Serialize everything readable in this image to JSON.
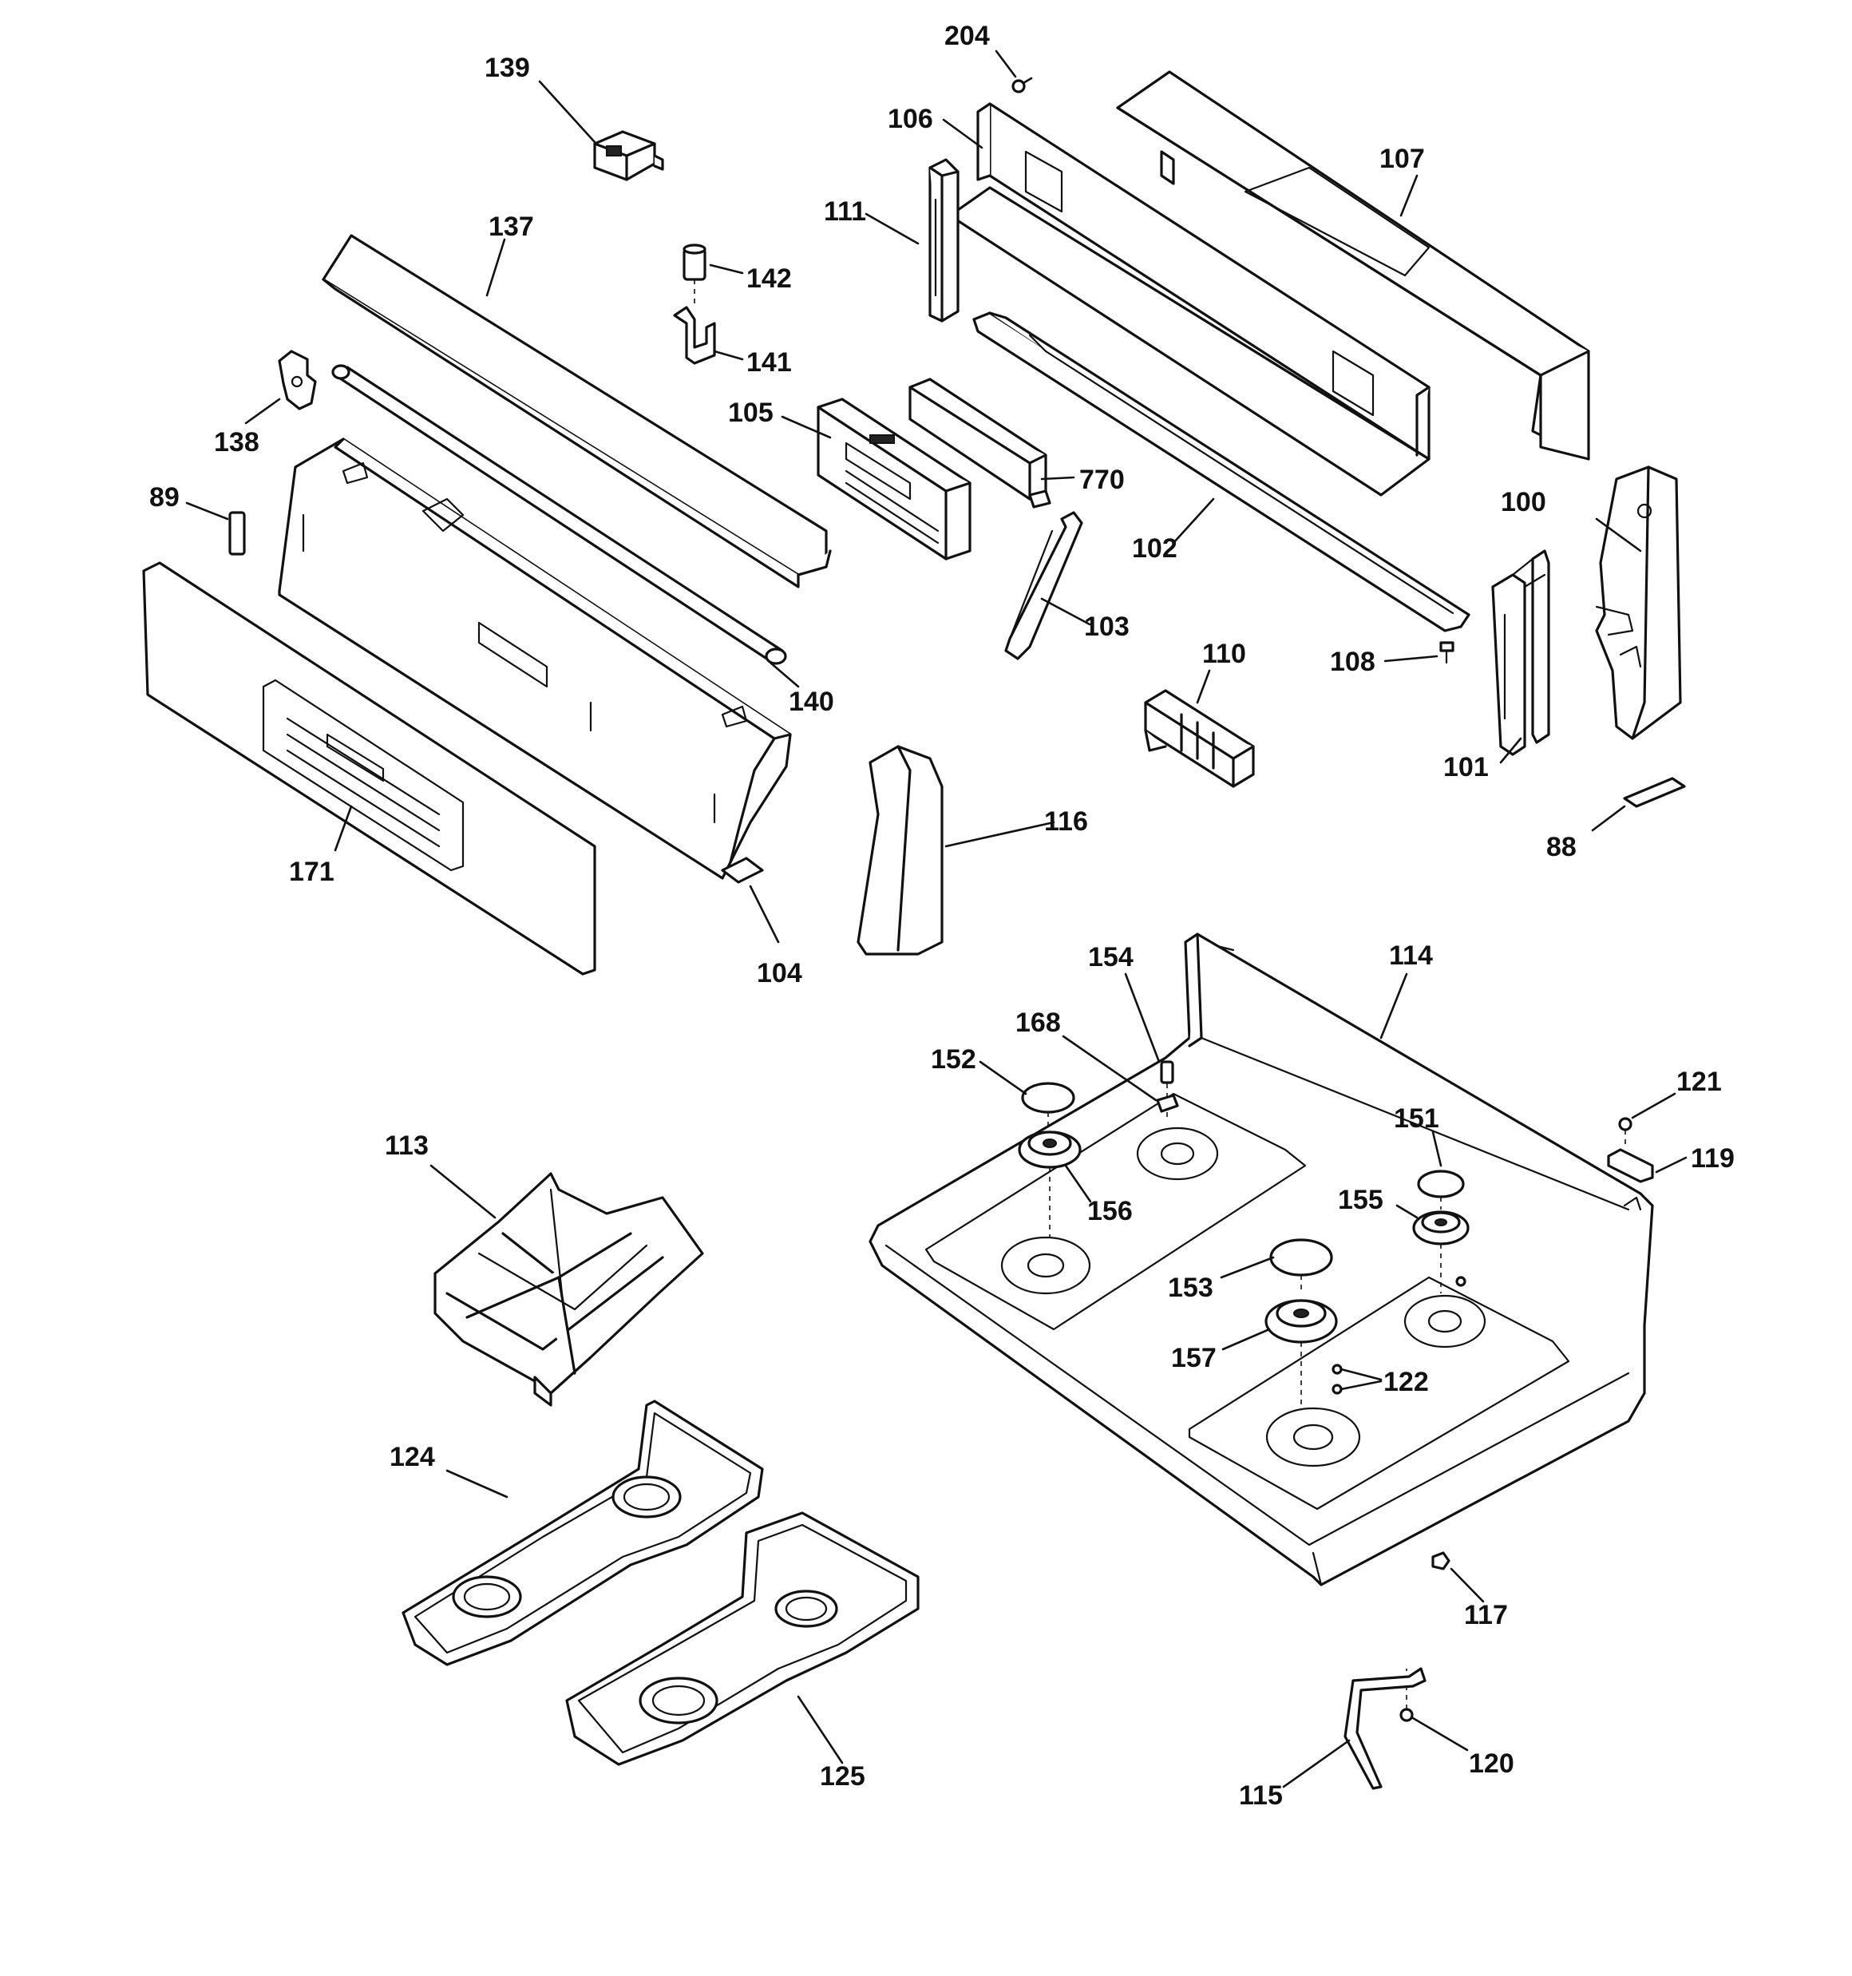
{
  "diagram": {
    "parts": [
      {
        "id": "p204",
        "label": "204",
        "name": "screw"
      },
      {
        "id": "p139",
        "label": "139",
        "name": "switch"
      },
      {
        "id": "p106",
        "label": "106",
        "name": "backsplash-rear-panel"
      },
      {
        "id": "p107",
        "label": "107",
        "name": "backsplash-top-cover"
      },
      {
        "id": "p111",
        "label": "111",
        "name": "end-bracket-left"
      },
      {
        "id": "p137",
        "label": "137",
        "name": "light-shield"
      },
      {
        "id": "p142",
        "label": "142",
        "name": "lamp-socket"
      },
      {
        "id": "p141",
        "label": "141",
        "name": "lamp-bracket"
      },
      {
        "id": "p138",
        "label": "138",
        "name": "lamp-holder"
      },
      {
        "id": "p105",
        "label": "105",
        "name": "control-board"
      },
      {
        "id": "p770",
        "label": "770",
        "name": "board-bracket"
      },
      {
        "id": "p89",
        "label": "89",
        "name": "end-cap-left"
      },
      {
        "id": "p102",
        "label": "102",
        "name": "backsplash-rail"
      },
      {
        "id": "p100",
        "label": "100",
        "name": "end-panel-right"
      },
      {
        "id": "p103",
        "label": "103",
        "name": "support-arm"
      },
      {
        "id": "p140",
        "label": "140",
        "name": "fluorescent-tube"
      },
      {
        "id": "p108",
        "label": "108",
        "name": "screw-small"
      },
      {
        "id": "p110",
        "label": "110",
        "name": "terminal-block"
      },
      {
        "id": "p101",
        "label": "101",
        "name": "end-bracket-right"
      },
      {
        "id": "p116",
        "label": "116",
        "name": "end-cap-molding"
      },
      {
        "id": "p171",
        "label": "171",
        "name": "control-panel-overlay"
      },
      {
        "id": "p104",
        "label": "104",
        "name": "control-panel-housing"
      },
      {
        "id": "p88",
        "label": "88",
        "name": "end-cap-right"
      },
      {
        "id": "p154",
        "label": "154",
        "name": "electrode"
      },
      {
        "id": "p114",
        "label": "114",
        "name": "cooktop"
      },
      {
        "id": "p168",
        "label": "168",
        "name": "electrode-clip"
      },
      {
        "id": "p152",
        "label": "152",
        "name": "burner-cap-left-rear"
      },
      {
        "id": "p121",
        "label": "121",
        "name": "screw-hinge"
      },
      {
        "id": "p151",
        "label": "151",
        "name": "burner-cap-right-rear"
      },
      {
        "id": "p119",
        "label": "119",
        "name": "hinge-bracket"
      },
      {
        "id": "p113",
        "label": "113",
        "name": "burner-grate"
      },
      {
        "id": "p156",
        "label": "156",
        "name": "burner-head-left"
      },
      {
        "id": "p155",
        "label": "155",
        "name": "burner-head-right"
      },
      {
        "id": "p153",
        "label": "153",
        "name": "burner-cap-front"
      },
      {
        "id": "p157",
        "label": "157",
        "name": "burner-head-front"
      },
      {
        "id": "p122",
        "label": "122",
        "name": "screws-burner"
      },
      {
        "id": "p124",
        "label": "124",
        "name": "drip-pan-left"
      },
      {
        "id": "p117",
        "label": "117",
        "name": "nut"
      },
      {
        "id": "p120",
        "label": "120",
        "name": "screw-support"
      },
      {
        "id": "p125",
        "label": "125",
        "name": "drip-pan-right"
      },
      {
        "id": "p115",
        "label": "115",
        "name": "cooktop-support-rod"
      }
    ]
  }
}
